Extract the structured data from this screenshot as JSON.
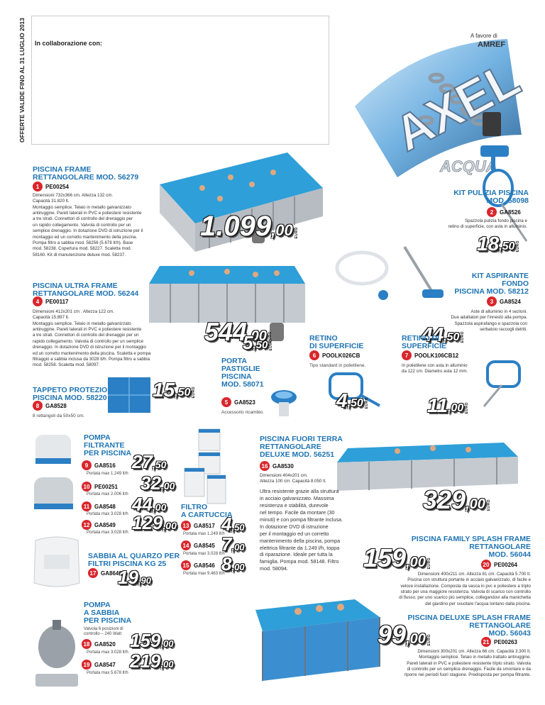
{
  "header": {
    "validity": "OFFERTE VALIDE FINO AL 31 LUGLIO 2013",
    "collaboration": "In collaborazione con:",
    "sponsor_prefix": "A favore di",
    "sponsor_name": "AMREF",
    "logo_text": "AXEL",
    "logo_sub": "ACQUA"
  },
  "currency": "EURO",
  "colors": {
    "title_blue": "#1e74b3",
    "badge_red": "#d9262c"
  },
  "products": {
    "p1": {
      "title1": "PISCINA FRAME",
      "title2": "RETTANGOLARE MOD. 56279",
      "num": "1",
      "code": "PE00254",
      "desc": [
        "Dimensioni 732x366 cm. Altezza 132 cm.",
        "Capacità 31.820 lt.",
        "Montaggio semplice. Telaio in metallo galvanizzato",
        "antiruggine. Pareti laterali in PVC e poliestere resistente",
        "a tre strati. Connettori di controllo del drenaggio per",
        "un rapido collegamento. Valvola di controllo per un",
        "semplice drenaggio. In dotazione DVD di istruzione per il",
        "montaggio ed un corretto mantenimento della piscina.",
        "Pompa filtro a sabbia mod. 58256 (5.678 lt/h). Base",
        "mod. 58238. Copertura mod. 58227. Scaletta mod.",
        "58160. Kit di manutenzione deluxe mod. 58237."
      ],
      "price_int": "1.099",
      "price_dec": ",00"
    },
    "p2": {
      "title1": "KIT PULIZIA PISCINA",
      "title2": "MOD. 58098",
      "num": "2",
      "code": "GA8526",
      "desc": [
        "Spazzola pulizia fondo piscina e",
        "retino di superficie, con asta in alluminio."
      ],
      "price_int": "18",
      "price_dec": ",50"
    },
    "p3": {
      "title1": "KIT ASPIRANTE",
      "title2": "FONDO",
      "title3": "PISCINA MOD. 58212",
      "num": "3",
      "code": "GA8524",
      "desc": [
        "Aste di alluminio in 4 sezioni.",
        "Due adattatori per l'innesto alla pompa.",
        "Spazzola aspirafango e spazzola con",
        "serbatoio raccogli detriti."
      ],
      "price_int": "44",
      "price_dec": ",50"
    },
    "p4": {
      "title1": "PISCINA ULTRA FRAME",
      "title2": "RETTANGOLARE MOD. 56244",
      "num": "4",
      "code": "PE00117",
      "desc": [
        "Dimensioni 412x201 cm . Altezza 122 cm.",
        "Capacità 15.897 lt.",
        "Montaggio semplice. Telaio in metallo galvanizzato",
        "antiruggine. Pareti laterali in PVC e poliestere resistente",
        "a tre strati. Connettori di controllo del drenaggio per un",
        "rapido collegamento. Valvola di controllo per un semplice",
        "drenaggio. In dotazione DVD di istruzione per il montaggio",
        "ed un corretto mantenimento della piscina. Scaletta e pompa",
        "filtraggio a sabbia inclusa da 3028 lt/h. Pompa filtro a sabbia",
        "mod. 58258. Scaletta mod. 58097."
      ],
      "price_int": "544",
      "price_dec": ",00"
    },
    "p5": {
      "title1": "PORTA",
      "title2": "PASTIGLIE",
      "title3": "PISCINA",
      "title4": "MOD. 58071",
      "num": "5",
      "code": "GA8523",
      "desc": "Accessorio ricambio.",
      "price_int": "5",
      "price_dec": ",50"
    },
    "p6": {
      "title1": "RETINO",
      "title2": "DI SUPERFICIE",
      "num": "6",
      "code": "POOLK026CB",
      "desc": "Tipo standard in polietilene.",
      "price_int": "4",
      "price_dec": ",50"
    },
    "p7": {
      "title1": "RETINO DI",
      "title2": "SUPERFICIE",
      "num": "7",
      "code": "POOLK106CB12",
      "desc": [
        "In polietilene con asta in alluminio",
        "da 122 cm. Diametro asta 12 mm."
      ],
      "price_int": "11",
      "price_dec": ",00"
    },
    "p8": {
      "title1": "TAPPETO PROTEZIONE",
      "title2": "PISCINA MOD. 58220",
      "num": "8",
      "code": "GA8528",
      "desc": "8 rettangoli da 50x50 cm.",
      "price_int": "15",
      "price_dec": ",50"
    },
    "pump": {
      "title1": "POMPA",
      "title2": "FILTRANTE",
      "title3": "PER PISCINA",
      "items": [
        {
          "num": "9",
          "code": "GA8516",
          "sub": "Portata max 1.249 lt/h",
          "price_int": "27",
          "price_dec": ",50"
        },
        {
          "num": "10",
          "code": "PE00251",
          "sub": "Portata max 2.006 lt/h",
          "price_int": "32",
          "price_dec": ",00"
        },
        {
          "num": "11",
          "code": "GA8548",
          "sub": "Portata max 3.028 lt/h",
          "price_int": "44",
          "price_dec": ",00"
        },
        {
          "num": "12",
          "code": "GA8549",
          "sub": "Portata max 3.028 lt/h",
          "price_int": "129",
          "price_dec": ",00"
        }
      ]
    },
    "filter": {
      "title1": "FILTRO",
      "title2": "A CARTUCCIA",
      "items": [
        {
          "num": "13",
          "code": "GA8517",
          "sub": "Portata max 1.249 lt/h",
          "price_int": "4",
          "price_dec": ",50"
        },
        {
          "num": "14",
          "code": "GA8545",
          "sub": "Portata max 3.028 lt/h",
          "price_int": "7",
          "price_dec": ",00"
        },
        {
          "num": "15",
          "code": "GA8546",
          "sub": "Portata max 9.463 lt/h",
          "price_int": "8",
          "price_dec": ",00"
        }
      ]
    },
    "p16": {
      "title1": "PISCINA FUORI TERRA",
      "title2": "RETTANGOLARE",
      "title3": "DELUXE MOD. 56251",
      "num": "16",
      "code": "GA8530",
      "desc_small": [
        "Dimensioni 404x201 cm.",
        "Altezza 100 cm. Capacità 8.050 lt."
      ],
      "desc": [
        "Ultra resistente grazie alla struttura",
        "in acciaio galvanizzato. Massima",
        "resistenza e stabilità, durevole",
        "nel tempo. Facile da montare (30",
        "minuti) e con pompa filtrante inclusa.",
        "In dotazione DVD di istruzione",
        "per il montaggio ed un corretto",
        "mantenimento della piscina, pompa",
        "elettrica filtrante da 1.249 l/h, toppa",
        "di riparazione. Ideale per tutta la",
        "famiglia. Pompa mod. 58148. Filtro",
        "mod. 58094."
      ],
      "price_int": "329",
      "price_dec": ",00"
    },
    "p17": {
      "title1": "SABBIA AL QUARZO PER",
      "title2": "FILTRI PISCINA KG 25",
      "num": "17",
      "code": "GA8640",
      "price_int": "19",
      "price_dec": ",90"
    },
    "sandpump": {
      "title1": "POMPA",
      "title2": "A SABBIA",
      "title3": "PER PISCINA",
      "sub": "Valvola 6 posizioni di",
      "sub2": "controllo – 240 Watt",
      "items": [
        {
          "num": "18",
          "code": "GA8520",
          "sub": "Portata max 3.028 lt/h",
          "price_int": "159",
          "price_dec": ",00"
        },
        {
          "num": "19",
          "code": "GA8547",
          "sub": "Portata max 5.678 lt/h",
          "price_int": "219",
          "price_dec": ",00"
        }
      ]
    },
    "p20": {
      "title1": "PISCINA FAMILY SPLASH FRAME",
      "title2": "RETTANGOLARE",
      "title3": "MOD. 56044",
      "num": "20",
      "code": "PE00264",
      "desc": [
        "Dimensioni 400x211 cm. Altezza 81 cm. Capacità 5.700 lt.",
        "Piscina con struttura portante in acciaio galvanizzato, di facile e",
        "veloce installazione. Composta da vasca in pvc e poliestere a triplo",
        "strato per una maggiore resistenza. Valvola di scarico con controllo",
        "di flusso, per uno scarico più semplice, collegandovi alla manichetta",
        "del giardino per svuotare l'acqua lontano dalla piscina."
      ],
      "price_int": "159",
      "price_dec": ",00"
    },
    "p21": {
      "title1": "PISCINA DELUXE SPLASH FRAME",
      "title2": "RETTANGOLARE",
      "title3": "MOD. 56043",
      "num": "21",
      "code": "PE00263",
      "desc": [
        "Dimensioni 300x201 cm. Altezza 66 cm. Capacità 3.300 lt.",
        "Montaggio semplice. Telaio in metallo trattato antiruggine.",
        "Pareti laterali in PVC e poliestere resistente triplo strato. Valvola",
        "di controllo per un semplice drenaggio. Facile da smontare e da",
        "riporre nei periodi fuori stagione. Predisposta per pompa filtrante."
      ],
      "price_int": "99",
      "price_dec": ",00"
    }
  }
}
